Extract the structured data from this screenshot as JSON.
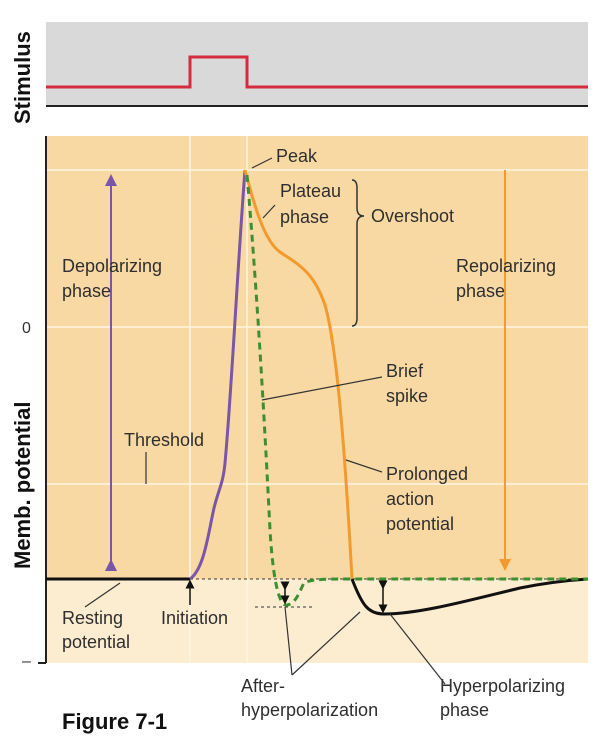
{
  "figure": {
    "caption": "Figure 7-1",
    "axis": {
      "stimulus_label": "Stimulus",
      "y_label": "Memb. potential",
      "tick_zero": "0",
      "tick_minus": "–"
    },
    "labels": {
      "peak": "Peak",
      "plateau_1": "Plateau",
      "plateau_2": "phase",
      "overshoot": "Overshoot",
      "depolarizing_1": "Depolarizing",
      "depolarizing_2": "phase",
      "repolarizing_1": "Repolarizing",
      "repolarizing_2": "phase",
      "brief_1": "Brief",
      "brief_2": "spike",
      "threshold": "Threshold",
      "prolonged_1": "Prolonged",
      "prolonged_2": "action",
      "prolonged_3": "potential",
      "resting_1": "Resting",
      "resting_2": "potential",
      "initiation": "Initiation",
      "after_1": "After-",
      "after_2": "hyperpolarization",
      "hyper_1": "Hyperpolarizing",
      "hyper_2": "phase"
    },
    "colors": {
      "stimulus_bg": "#d9d9d9",
      "stimulus_line": "#d62a3f",
      "upper_bg": "#f8d9a3",
      "lower_bg": "#fcecd0",
      "depolarizing": "#7b55a7",
      "repolarizing": "#f29a2e",
      "brief_spike": "#3e8f2f",
      "resting": "#111111"
    }
  }
}
